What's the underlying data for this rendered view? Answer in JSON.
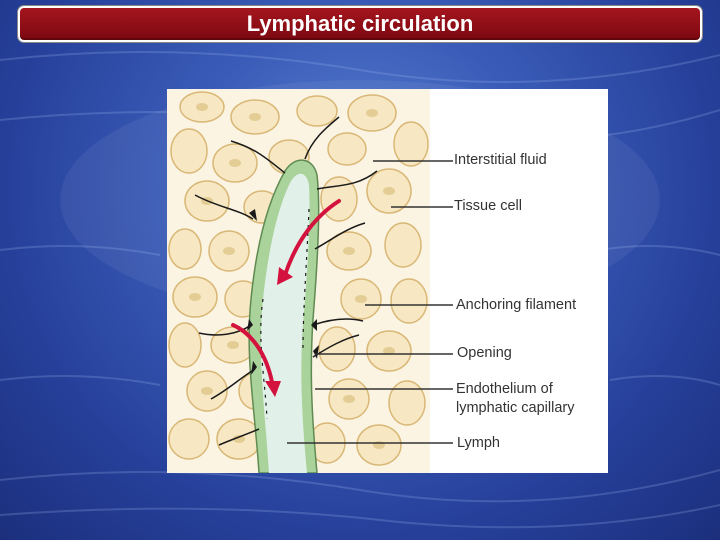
{
  "slide": {
    "title": "Lymphatic circulation"
  },
  "diagram": {
    "labels": {
      "interstitial_fluid": "Interstitial fluid",
      "tissue_cell": "Tissue cell",
      "anchoring_filament": "Anchoring filament",
      "opening": "Opening",
      "endothelium_line1": "Endothelium of",
      "endothelium_line2": "lymphatic capillary",
      "lymph": "Lymph"
    },
    "colors": {
      "tissue_cell": "#f7e8c3",
      "cell_outline": "#d9b776",
      "capillary_wall": "#a9d39a",
      "lymph": "#e1f0e8",
      "flow_arrow": "#d4123e"
    }
  }
}
